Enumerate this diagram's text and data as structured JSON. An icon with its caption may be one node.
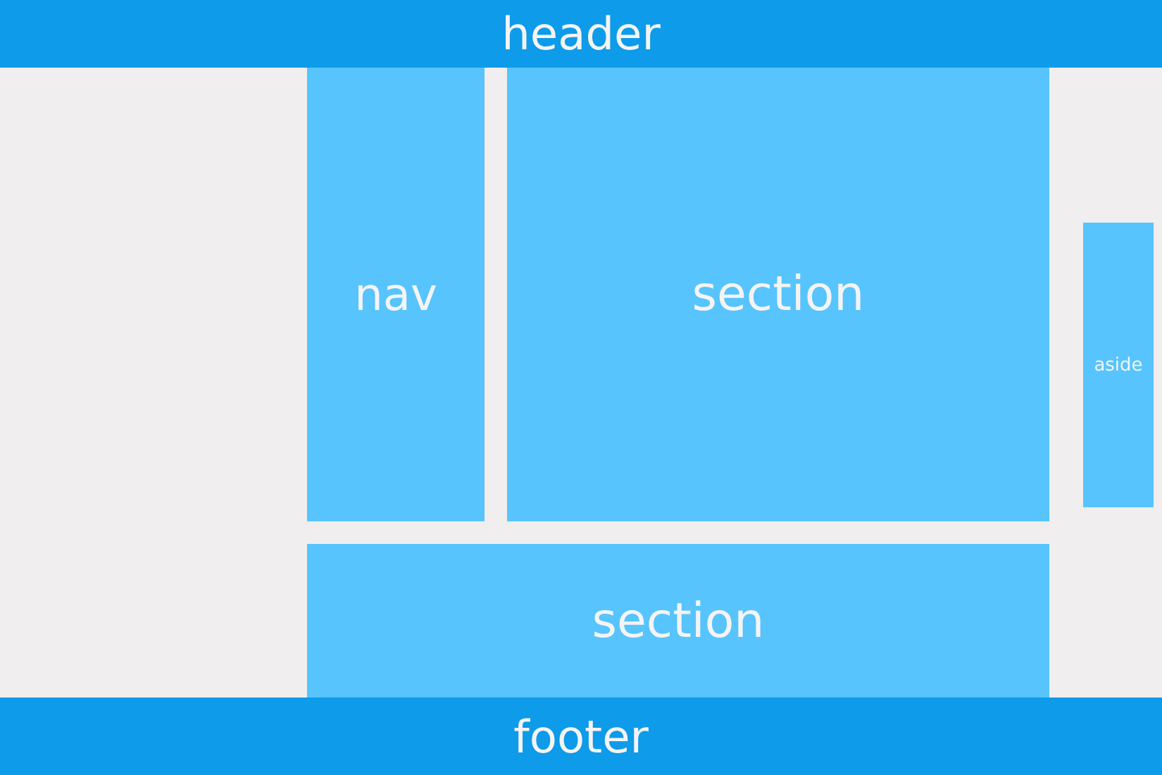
{
  "diagram": {
    "nodes": [
      {
        "text": [
          "header"
        ]
      },
      {
        "text": [
          "nav"
        ]
      },
      {
        "text": [
          "section"
        ]
      },
      {
        "text": [
          "aside"
        ]
      },
      {
        "text": [
          "section"
        ]
      },
      {
        "text": [
          "footer"
        ]
      }
    ]
  }
}
